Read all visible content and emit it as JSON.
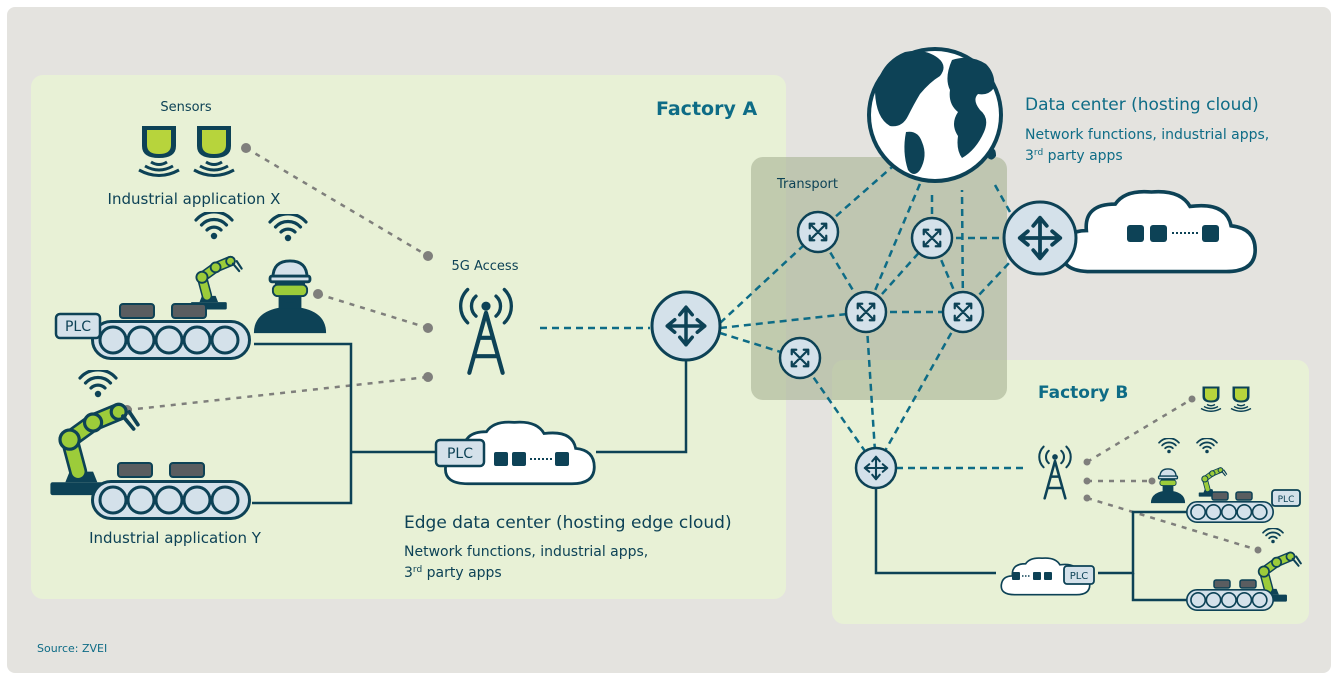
{
  "factory_a": {
    "title": "Factory A",
    "sensors_label": "Sensors",
    "app_x_label": "Industrial application X",
    "app_y_label": "Industrial application Y",
    "access_label": "5G Access",
    "plc_label": "PLC",
    "edge": {
      "title": "Edge data center (hosting edge cloud)",
      "line1": "Network functions, industrial apps,",
      "line2_num": "3",
      "line2_sup": "rd",
      "line2_rest": " party apps"
    }
  },
  "transport_label": "Transport",
  "data_center": {
    "title": "Data center (hosting cloud)",
    "line1": "Network functions, industrial apps,",
    "line2_num": "3",
    "line2_sup": "rd",
    "line2_rest": " party apps"
  },
  "factory_b": {
    "title": "Factory B",
    "plc_label": "PLC"
  },
  "source": "Source: ZVEI",
  "colors": {
    "outer_bg": "#e4e3df",
    "zone_bg": "#e8f1d6",
    "transport_bg": "#a7b392",
    "teal": "#0e6c86",
    "dark_teal": "#0d4256",
    "icon_fill": "#d4e1ea",
    "robot_green": "#9ccc3a",
    "sensor_green": "#b7d43c"
  }
}
